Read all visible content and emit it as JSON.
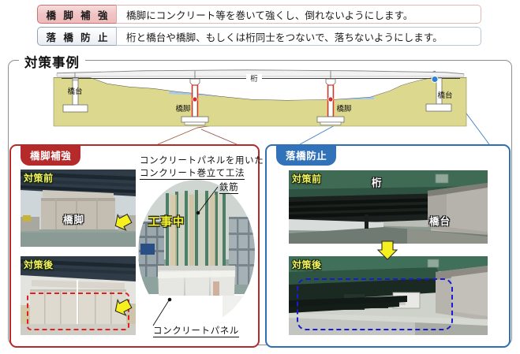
{
  "header": {
    "rows": [
      {
        "badge": "橋 脚 補 強",
        "desc": "橋脚にコンクリート等を巻いて強くし、倒れないようにします。",
        "accent": "#c8736f"
      },
      {
        "badge": "落 橋 防 止",
        "desc": "桁と橋台や橋脚、もしくは桁同士をつないで、落ちないようにします。",
        "accent": "#8fa3b8"
      }
    ]
  },
  "section": {
    "legend": "対策事例"
  },
  "diagram": {
    "labels": {
      "girder": "桁",
      "abutment_left": "橋台",
      "abutment_right": "橋台",
      "pier_left": "橋脚",
      "pier_right": "橋脚"
    },
    "colors": {
      "ground": "#dcd98f",
      "water": "#a9c9e8",
      "structure": "#ffffff",
      "outline": "#555555",
      "retrofit": "#e03020",
      "marker_red": "#d9282f",
      "marker_blue": "#2f7fd0"
    }
  },
  "panel_left": {
    "tab": "橋脚補強",
    "tab_color": "#b52a2a",
    "photo_before_caption": "対策前",
    "photo_before_label": "橋脚",
    "photo_after_caption": "対策後",
    "annotation_method_line1": "コンクリートパネルを用いた",
    "annotation_method_line2": "コンクリート巻立て工法",
    "annotation_rebar": "鉄筋",
    "annotation_construction": "工事中",
    "annotation_panel": "コンクリートパネル",
    "highlight_color": "#e02020"
  },
  "panel_right": {
    "tab": "落橋防止",
    "tab_color": "#3272b8",
    "photo_before_caption": "対策前",
    "photo_before_label_girder": "桁",
    "photo_before_label_abutment": "橋台",
    "photo_after_caption": "対策後",
    "highlight_color": "#1a1ad0"
  }
}
